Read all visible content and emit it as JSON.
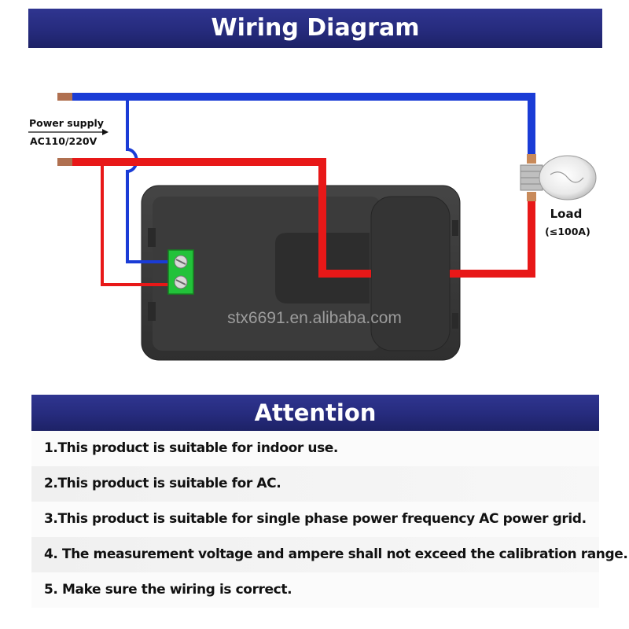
{
  "header": {
    "title": "Wiring Diagram"
  },
  "diagram": {
    "power_label": "Power supply",
    "voltage_label": "AC110/220V",
    "load_label": "Load",
    "load_rating": "(≤100A)",
    "watermark": "stx6691.en.alibaba.com",
    "colors": {
      "neutral_wire": "#1a3cd6",
      "live_wire": "#e81818",
      "terminal": "#22c23a",
      "meter_body": "#3a3a3a"
    }
  },
  "attention": {
    "title": "Attention",
    "items": [
      "1.This product is suitable for indoor use.",
      "2.This product is suitable for AC.",
      "3.This product is suitable for single phase power frequency AC power grid.",
      "4. The measurement voltage and ampere shall not exceed the calibration range.",
      "5. Make sure the wiring is correct."
    ]
  }
}
